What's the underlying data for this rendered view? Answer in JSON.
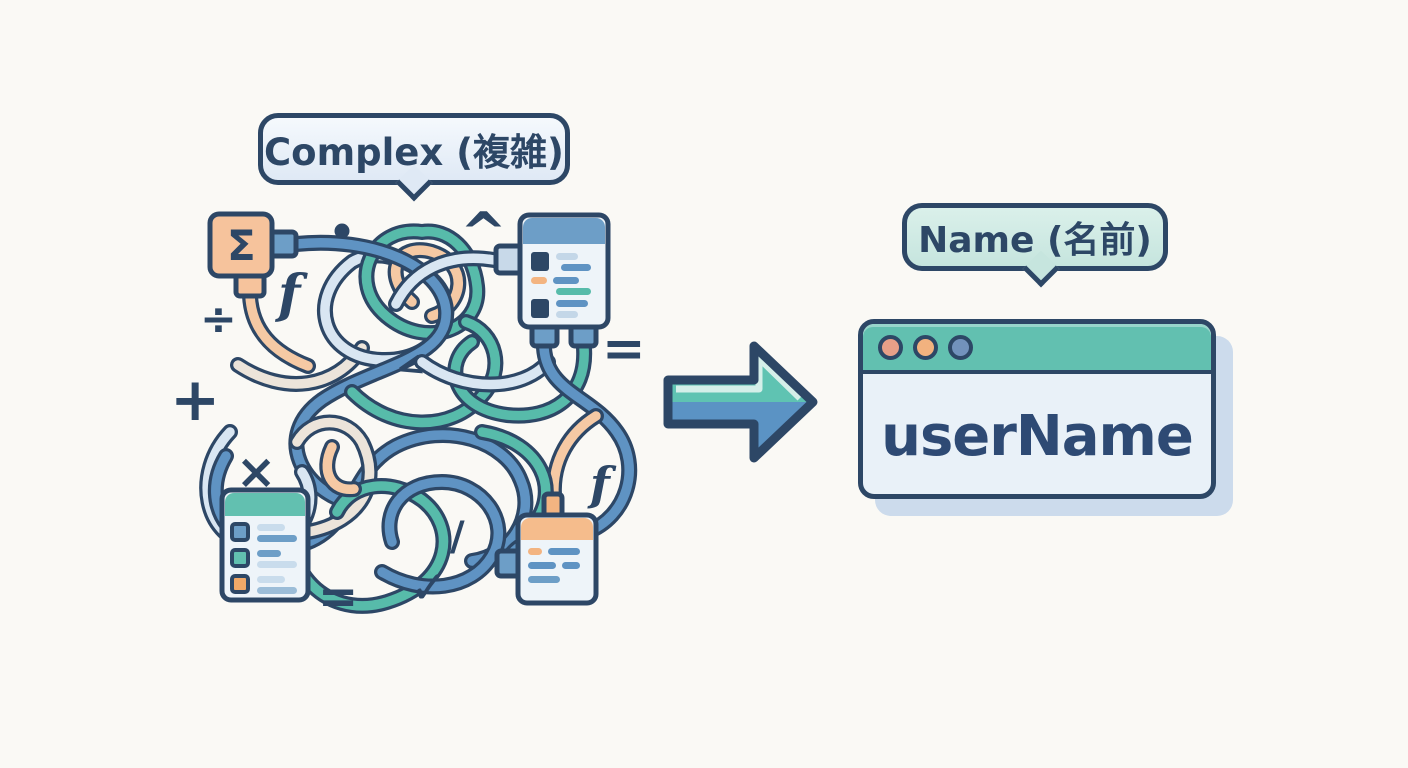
{
  "palette": {
    "navy": "#2d4766",
    "wire_blue": "#5f93c3",
    "wire_teal": "#57bbaa",
    "wire_lightblue": "#d9e6f2",
    "wire_peach": "#f5c9a4",
    "wire_cream": "#ece4da",
    "titlebar_teal": "#62c0b0",
    "button_salmon": "#e79f88",
    "button_orange": "#f2b27f",
    "button_blue": "#7292bc",
    "panel_header_blue": "#6d9ec7",
    "panel_header_teal": "#62c0b0",
    "panel_header_peach": "#f5bc8c",
    "window_shadow": "#ccdbec",
    "background": "#faf9f5"
  },
  "complex_side": {
    "bubble_label": "Complex (複雑)",
    "sigma": "Σ",
    "symbols": {
      "divide": "÷",
      "f_top": "f",
      "plus": "+",
      "multiply": "×",
      "caret": "^",
      "angle": "<",
      "equals_right": "=",
      "f_bottom": "f",
      "slash": "/",
      "check": "✓",
      "equals_bottom": "="
    }
  },
  "name_side": {
    "bubble_label": "Name (名前)",
    "variable_name": "userName"
  }
}
